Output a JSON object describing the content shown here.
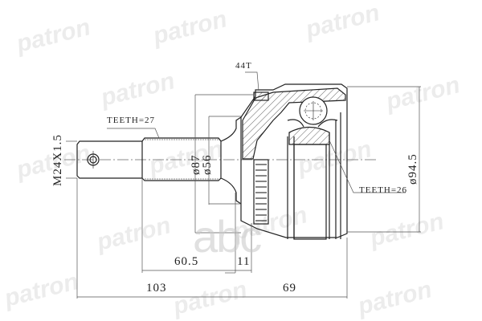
{
  "watermark": {
    "brand": "patron",
    "corner_logo": "abc"
  },
  "drawing": {
    "subject": "CV joint outer (technical drawing)",
    "labels": {
      "spline_teeth_shaft": "TEETH=27",
      "abs_ring_teeth": "44T",
      "inner_spline_teeth": "TEETH=26",
      "thread": "M24X1.5",
      "dia_87": "ø87",
      "dia_56": "ø56",
      "dia_94_5": "ø94.5"
    },
    "dimensions": {
      "len_60_5": "60.5",
      "len_11": "11",
      "len_103": "103",
      "len_69": "69"
    },
    "colors": {
      "line": "#222222",
      "dim_line": "#555555",
      "watermark": "#ececec"
    }
  }
}
